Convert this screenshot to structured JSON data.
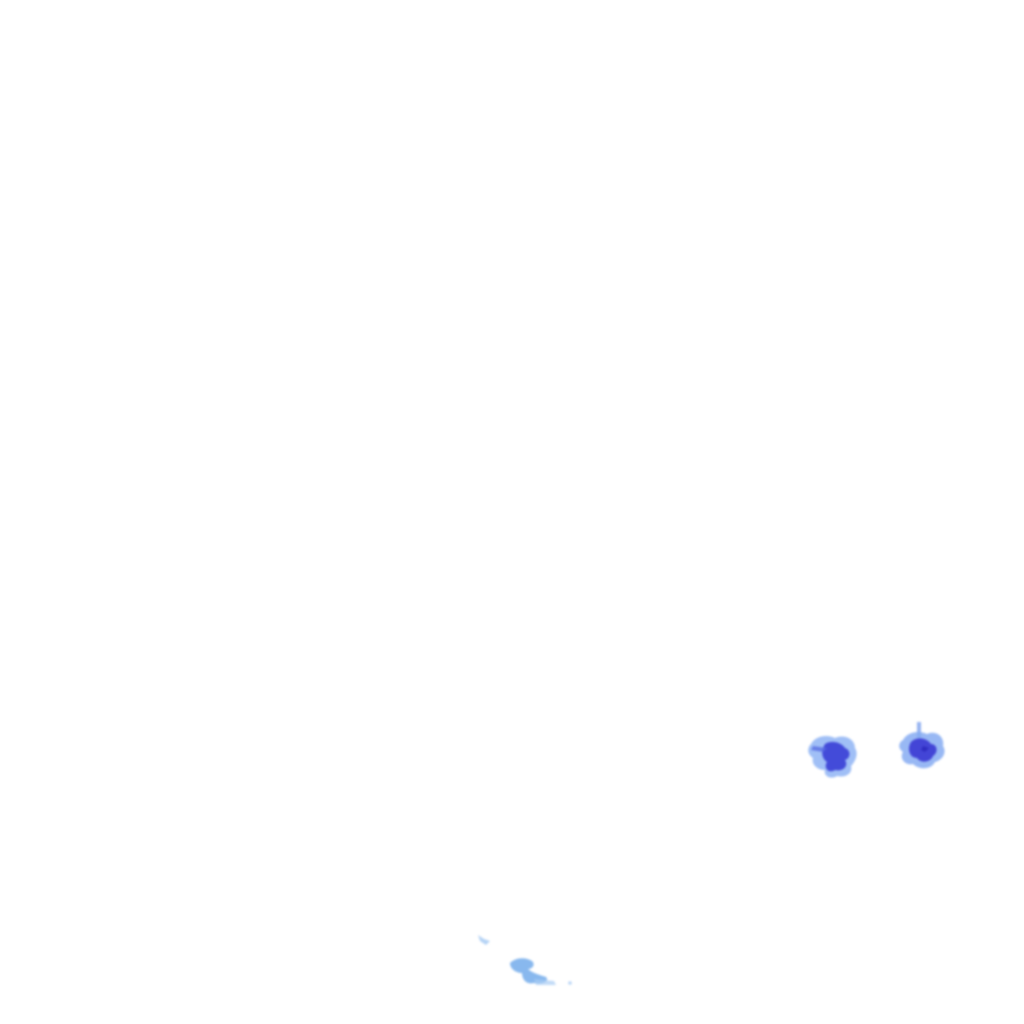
{
  "background_color": "#ffffff",
  "blots": [
    {
      "name": "blue-blot-left",
      "core_color": "#3a3fd6",
      "edge_color": "#7aa8f2"
    },
    {
      "name": "blue-blot-right",
      "core_color": "#3b3ad4",
      "edge_color": "#6f9cf0"
    },
    {
      "name": "light-blue-smear-bottom",
      "core_color": "#6aa6ea",
      "edge_color": "#b6d4f6"
    }
  ]
}
